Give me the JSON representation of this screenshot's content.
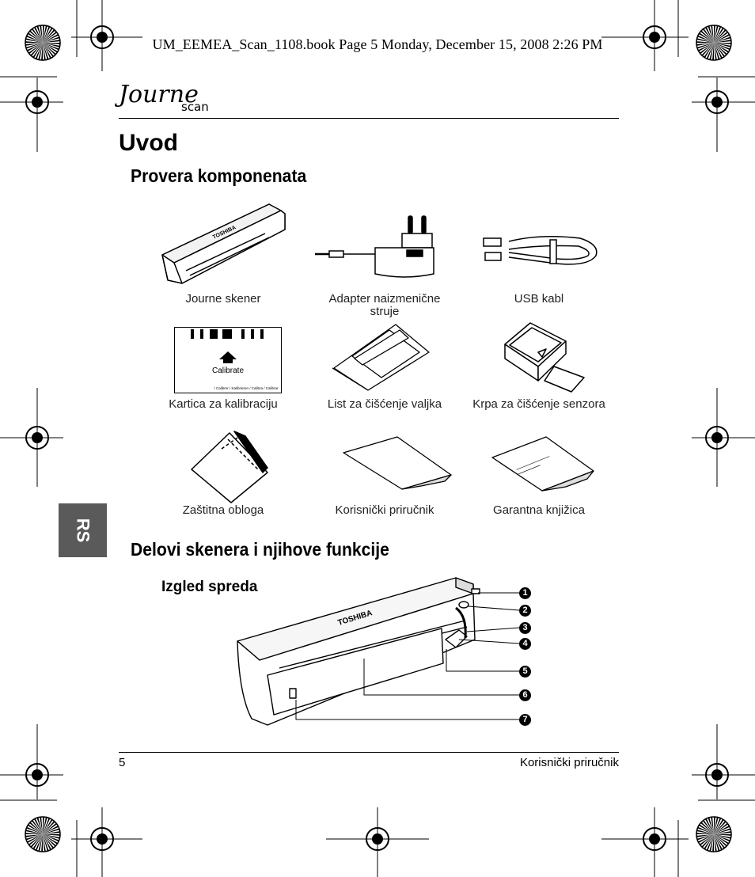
{
  "print_header": "UM_EEMEA_Scan_1108.book  Page 5  Monday, December 15, 2008  2:26 PM",
  "logo": {
    "script": "Journe",
    "word": "scan"
  },
  "title": "Uvod",
  "section1": {
    "heading": "Provera komponenata",
    "items": [
      {
        "label": "Journe skener",
        "icon": "scanner-icon"
      },
      {
        "label": "Adapter naizmenične struje",
        "icon": "ac-adapter-icon"
      },
      {
        "label": "USB kabl",
        "icon": "usb-cable-icon"
      },
      {
        "label": "Kartica za kalibraciju",
        "icon": "calibration-card-icon"
      },
      {
        "label": "List za čišćenje valjka",
        "icon": "cleaning-sheet-icon"
      },
      {
        "label": "Krpa za čišćenje senzora",
        "icon": "sensor-cleaning-cloth-icon"
      },
      {
        "label": "Zaštitna obloga",
        "icon": "protective-sleeve-icon"
      },
      {
        "label": "Korisnički priručnik",
        "icon": "user-manual-icon"
      },
      {
        "label": "Garantna knjižica",
        "icon": "warranty-booklet-icon"
      }
    ],
    "calibration_card_text": "Calibrate",
    "calibration_card_small": "/ Calibrer / Kalibrieren / Calibra / Calibrar"
  },
  "section2": {
    "heading": "Delovi skenera i njihove funkcije",
    "subheading": "Izgled spreda",
    "brand": "TOSHIBA",
    "callouts": [
      "1",
      "2",
      "3",
      "4",
      "5",
      "6",
      "7"
    ]
  },
  "side_tab": "RS",
  "footer": {
    "page_number": "5",
    "title": "Korisnički priručnik"
  }
}
